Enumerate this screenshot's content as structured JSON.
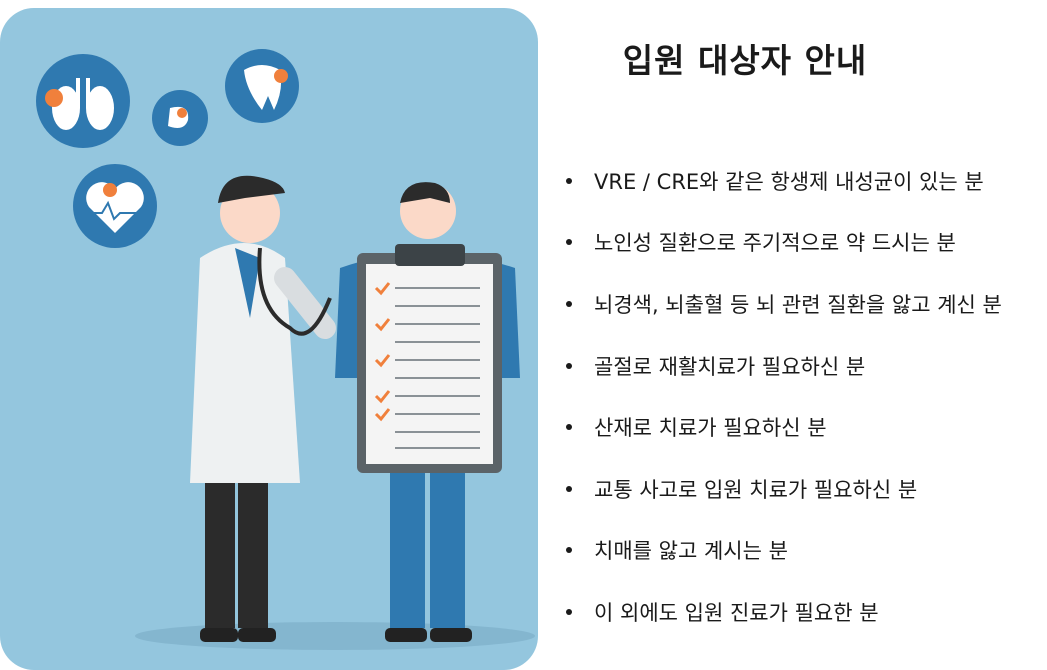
{
  "title": "입원 대상자 안내",
  "items": [
    "VRE / CRE와 같은 항생제 내성균이 있는 분",
    "노인성 질환으로 주기적으로 약 드시는 분",
    "뇌경색, 뇌출혈 등 뇌 관련 질환을 앓고 계신 분",
    "골절로 재활치료가 필요하신 분",
    "산재로 치료가 필요하신 분",
    "교통 사고로 입원 치료가 필요하신 분",
    "치매를 앓고 계시는 분",
    "이 외에도 입원 진료가 필요한 분"
  ],
  "colors": {
    "panel": "#94c6de",
    "icon_circle": "#2f79b0",
    "accent": "#f0803c"
  }
}
